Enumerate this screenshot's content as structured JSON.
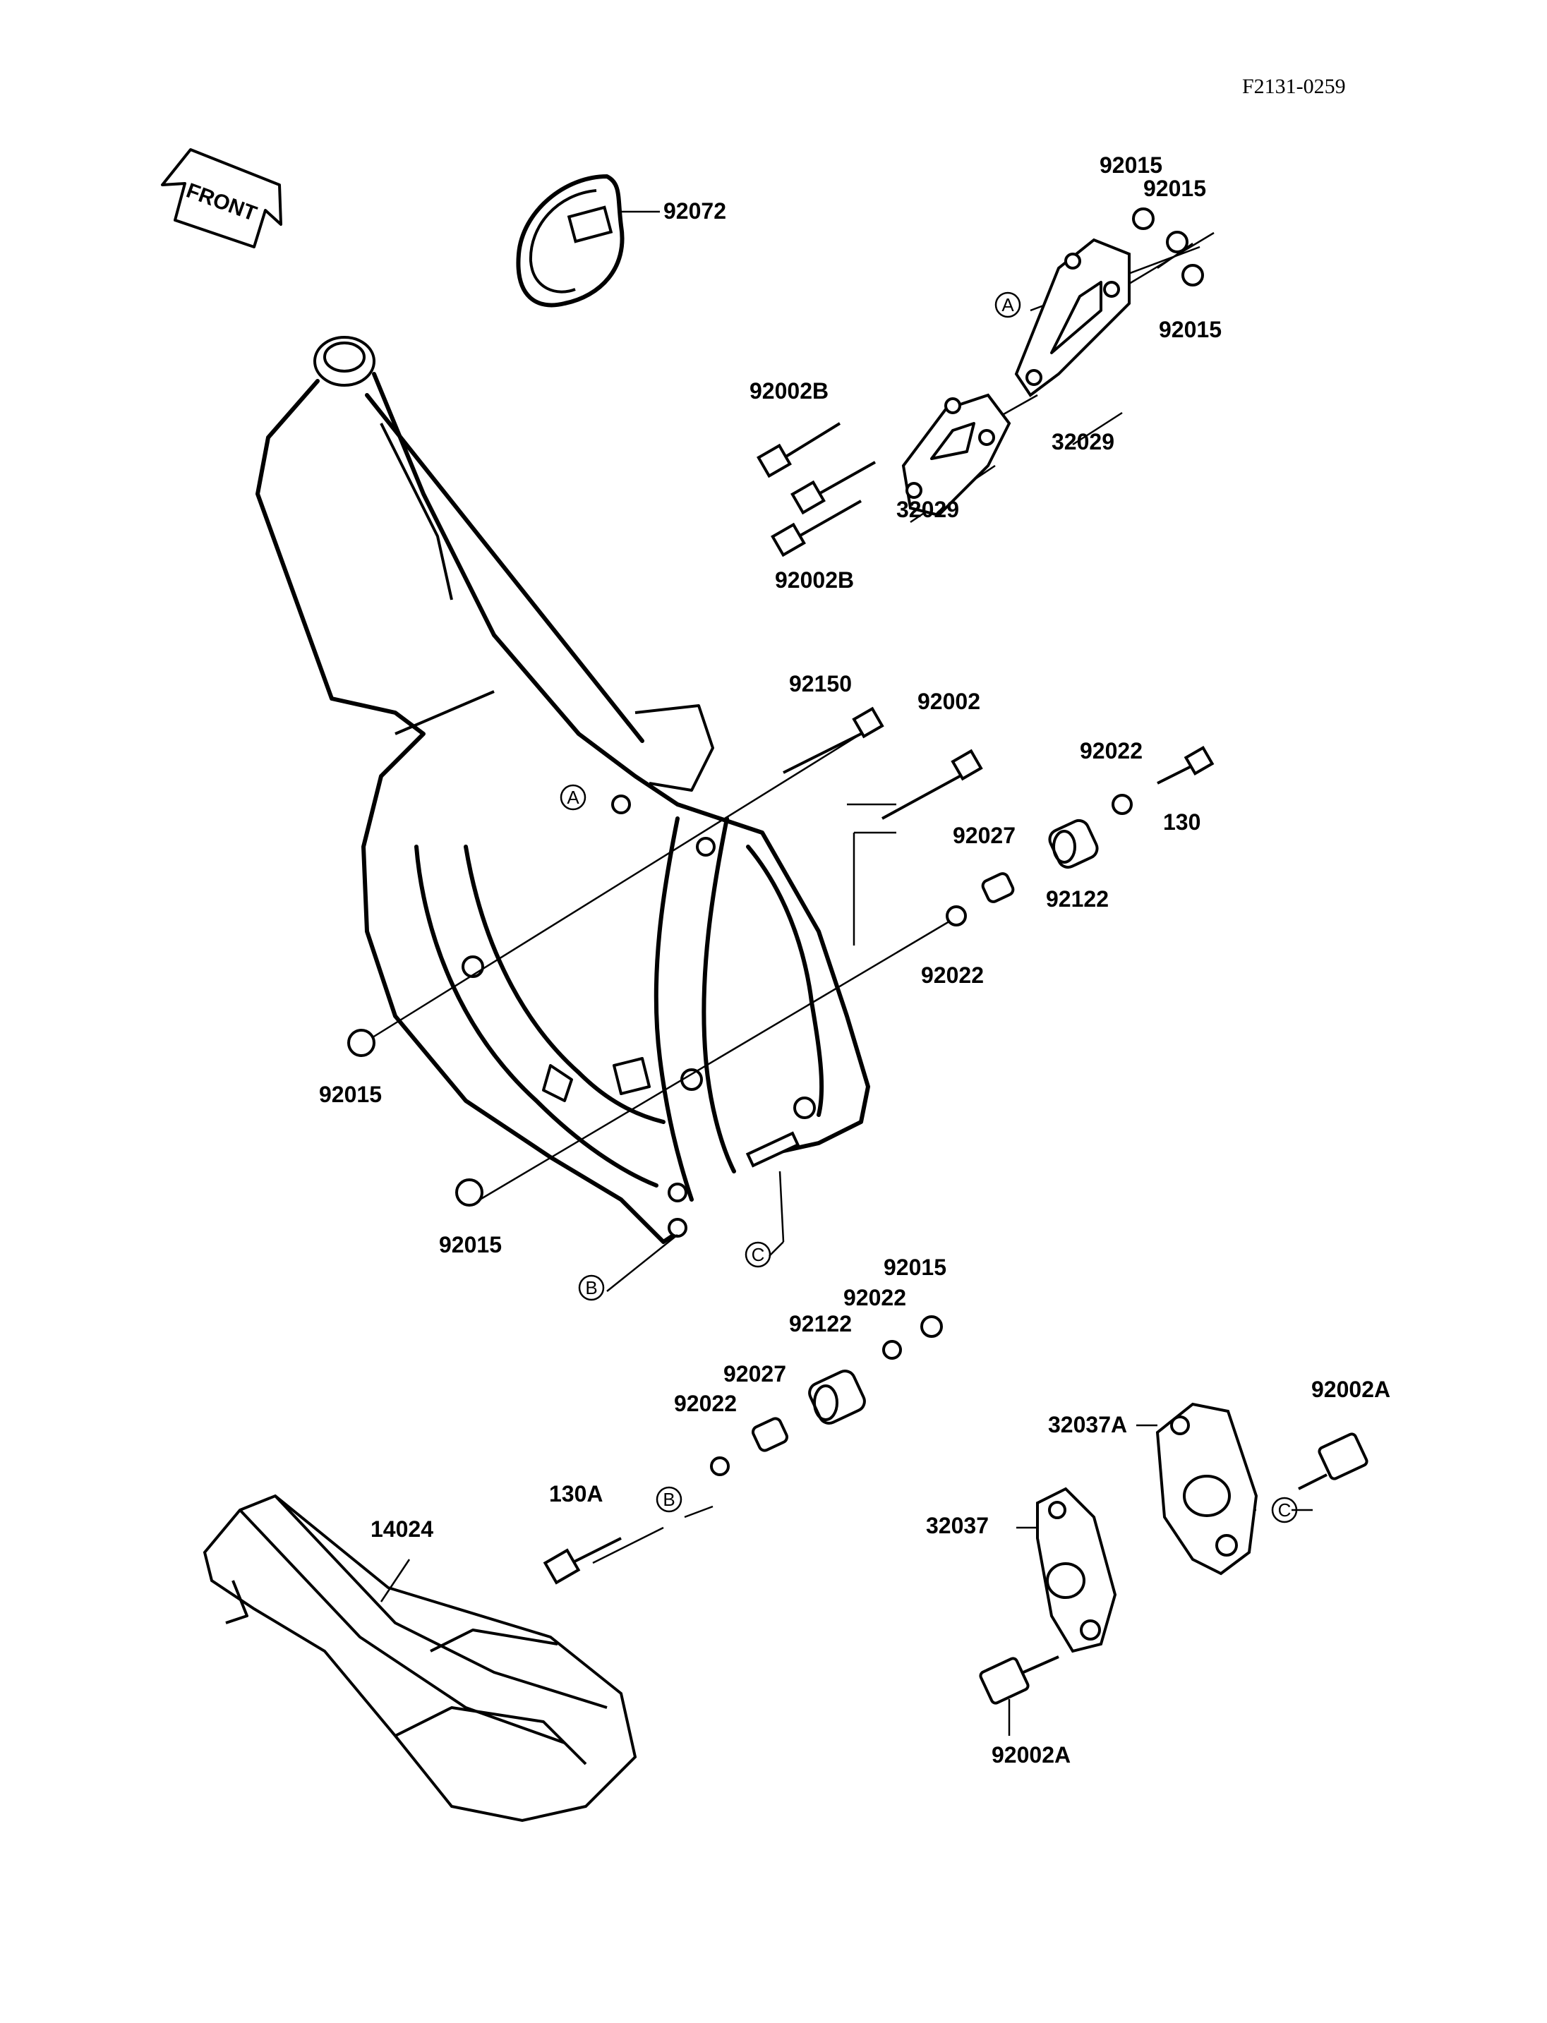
{
  "diagram_code": "F2131-0259",
  "front_label": "FRONT",
  "refs": {
    "a": "A",
    "b": "B",
    "c": "C"
  },
  "labels": {
    "p92072": "92072",
    "p92015_t1": "92015",
    "p92015_t2": "92015",
    "p92015_t3": "92015",
    "p92002b_1": "92002B",
    "p92002b_2": "92002B",
    "p32029_1": "32029",
    "p32029_2": "32029",
    "p92150": "92150",
    "p92002": "92002",
    "p92022_1": "92022",
    "p130": "130",
    "p92027_1": "92027",
    "p92122_1": "92122",
    "p92022_2": "92022",
    "p92015_l1": "92015",
    "p92015_l2": "92015",
    "p92015_b": "92015",
    "p92022_3": "92022",
    "p92122_2": "92122",
    "p92027_2": "92027",
    "p92022_4": "92022",
    "p130a": "130A",
    "p14024": "14024",
    "p92002a_1": "92002A",
    "p32037a": "32037A",
    "p32037": "32037",
    "p92002a_2": "92002A"
  }
}
